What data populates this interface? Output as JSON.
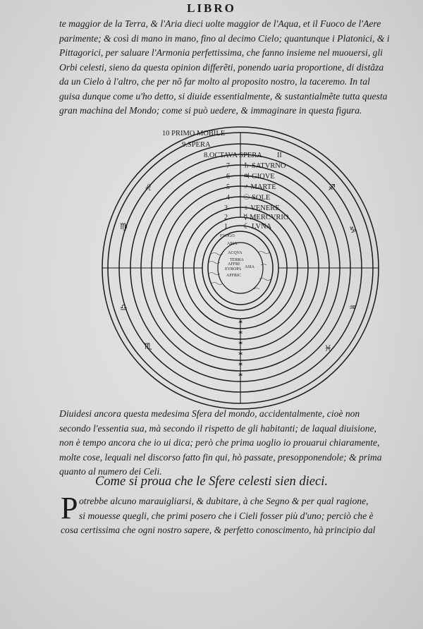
{
  "running_head": "LIBRO",
  "top_text": [
    "te maggior de la Terra, & l'Aria dieci uolte maggior de l'Aqua, et il Fuoco de l'Aere",
    "parimente; & così di mano in mano, fino al decimo Cielo; quantunque i Platonici, & i",
    "Pittagorici, per saluare l'Armonia perfettissima, che fanno insieme nel muouersi, gli",
    "Orbi celesti, sieno da questa opinion differẽti, ponendo uaria proportione, di distãza",
    "da un Cielo à l'altro, che per nõ far molto al proposito nostro, la taceremo.   In tal",
    "guisa dunque come u'ho detto, si diuide essentialmente, & sustantialmẽte tutta questa",
    "gran machina del Mondo; come si può uedere, & immaginare in questa figura."
  ],
  "diagram": {
    "spheres": [
      {
        "number": "10",
        "name": "PRIMO MOBILE"
      },
      {
        "number": "9",
        "name": "SPERA"
      },
      {
        "number": "8",
        "name": "OCTAVA SPERA"
      },
      {
        "number": "7",
        "name": "SATVRNO"
      },
      {
        "number": "6",
        "name": "GIOVE"
      },
      {
        "number": "5",
        "name": "MARTE"
      },
      {
        "number": "4",
        "name": "SOLE"
      },
      {
        "number": "3",
        "name": "VENERE"
      },
      {
        "number": "2",
        "name": "MERCVRIO"
      },
      {
        "number": "1",
        "name": "LVNA"
      }
    ],
    "eighth_mark": "II",
    "planet_symbols": [
      "♄",
      "♃",
      "♂",
      "☉",
      "♀",
      "☿",
      "☾"
    ],
    "elements": {
      "fire": "FVOGO",
      "air": "ARIA",
      "water": "ACQVA",
      "earth": "TERRA"
    },
    "continents": {
      "asia": "ASIA",
      "europa": "EVROPA",
      "africa": "AFFRIC",
      "africa_short": "AFFRI"
    },
    "zodiac_signs": [
      "♌",
      "♍",
      "♎",
      "♏",
      "♐",
      "♑",
      "♒",
      "♓"
    ]
  },
  "middle_text": [
    "Diuidesi ancora questa medesima Sfera del mondo, accidentalmente, cioè non",
    "secondo l'essentia sua, mà secondo il rispetto de gli habitanti; de laqual diuisione,",
    "non è tempo ancora che io ui dica; però che prima uoglio io prouarui chiaramente,",
    "molte cose, lequali nel discorso fatto fin qui, hò passate, presopponendole; & prima",
    "quanto al numero dei Celi."
  ],
  "heading": "Come si proua che le Sfere celesti sien dieci.",
  "dropcap": "P",
  "bottom_text": [
    "otrebbe alcuno marauigliarsi, & dubitare, à che Segno & per qual ragione,",
    "si mouesse quegli, che primi posero che i Cieli fosser più d'uno; perciò che è",
    "cosa certissima che ogni nostro sapere, & perfetto conoscimento, hà principio dal"
  ],
  "bleed_through": [
    "",
    "",
    "",
    "",
    "",
    ""
  ]
}
